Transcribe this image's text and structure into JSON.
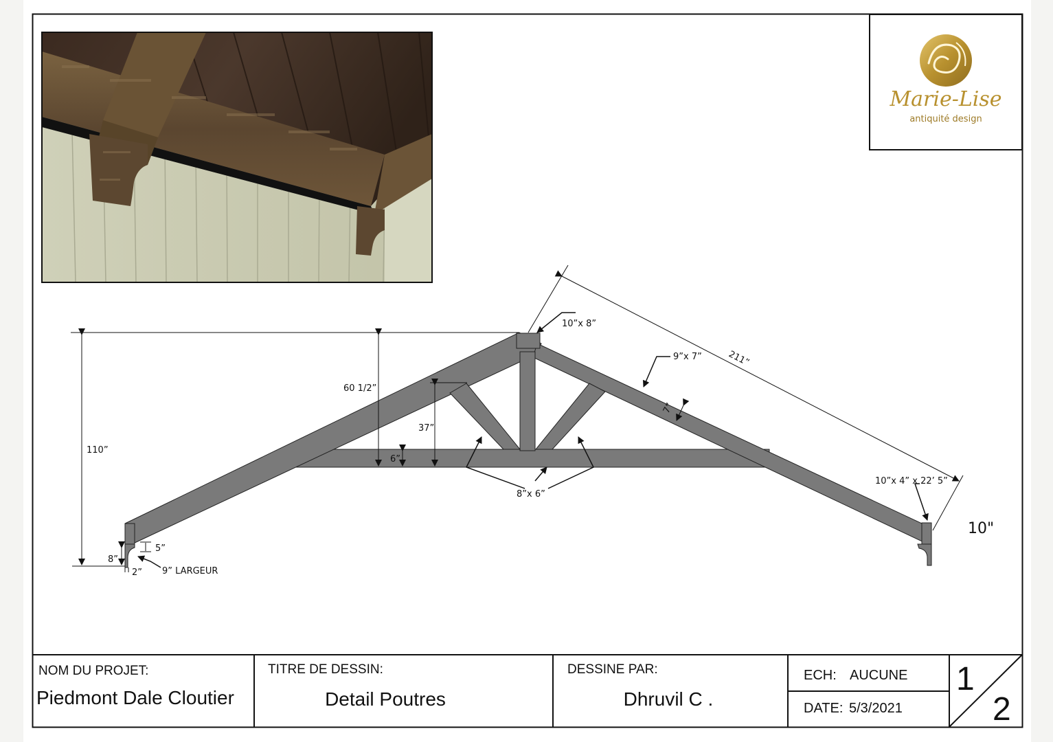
{
  "logo": {
    "name": "Marie-Lise",
    "tagline": "antiquité design",
    "gold_color": "#b8912f"
  },
  "drawing": {
    "beam_color": "#7a7a7a",
    "labels": {
      "top_block": "10”x 8”",
      "rafter": "9”x 7”",
      "rafter_length": "211”",
      "rafter_thickness": "7”",
      "height_60": "60 1/2”",
      "height_37": "37”",
      "height_110": "110”",
      "chord_6": "6”",
      "webs": "8”x 6”",
      "end_post": "10”x 4” x 22’ 5”",
      "corbel_10": "10\"",
      "corbel_5": "5”",
      "corbel_8": "8”",
      "corbel_2": "2”",
      "corbel_width": "9” LARGEUR"
    }
  },
  "title_block": {
    "project_label": "NOM DU PROJET:",
    "project_value": "Piedmont Dale Cloutier",
    "title_label": "TITRE DE DESSIN:",
    "title_value": "Detail Poutres",
    "drawn_label": "DESSINE PAR:",
    "drawn_value": "Dhruvil C .",
    "scale_label": "ECH:",
    "scale_value": "AUCUNE",
    "date_label": "DATE:",
    "date_value": "5/3/2021",
    "sheet_number": "1",
    "sheet_total": "2"
  }
}
